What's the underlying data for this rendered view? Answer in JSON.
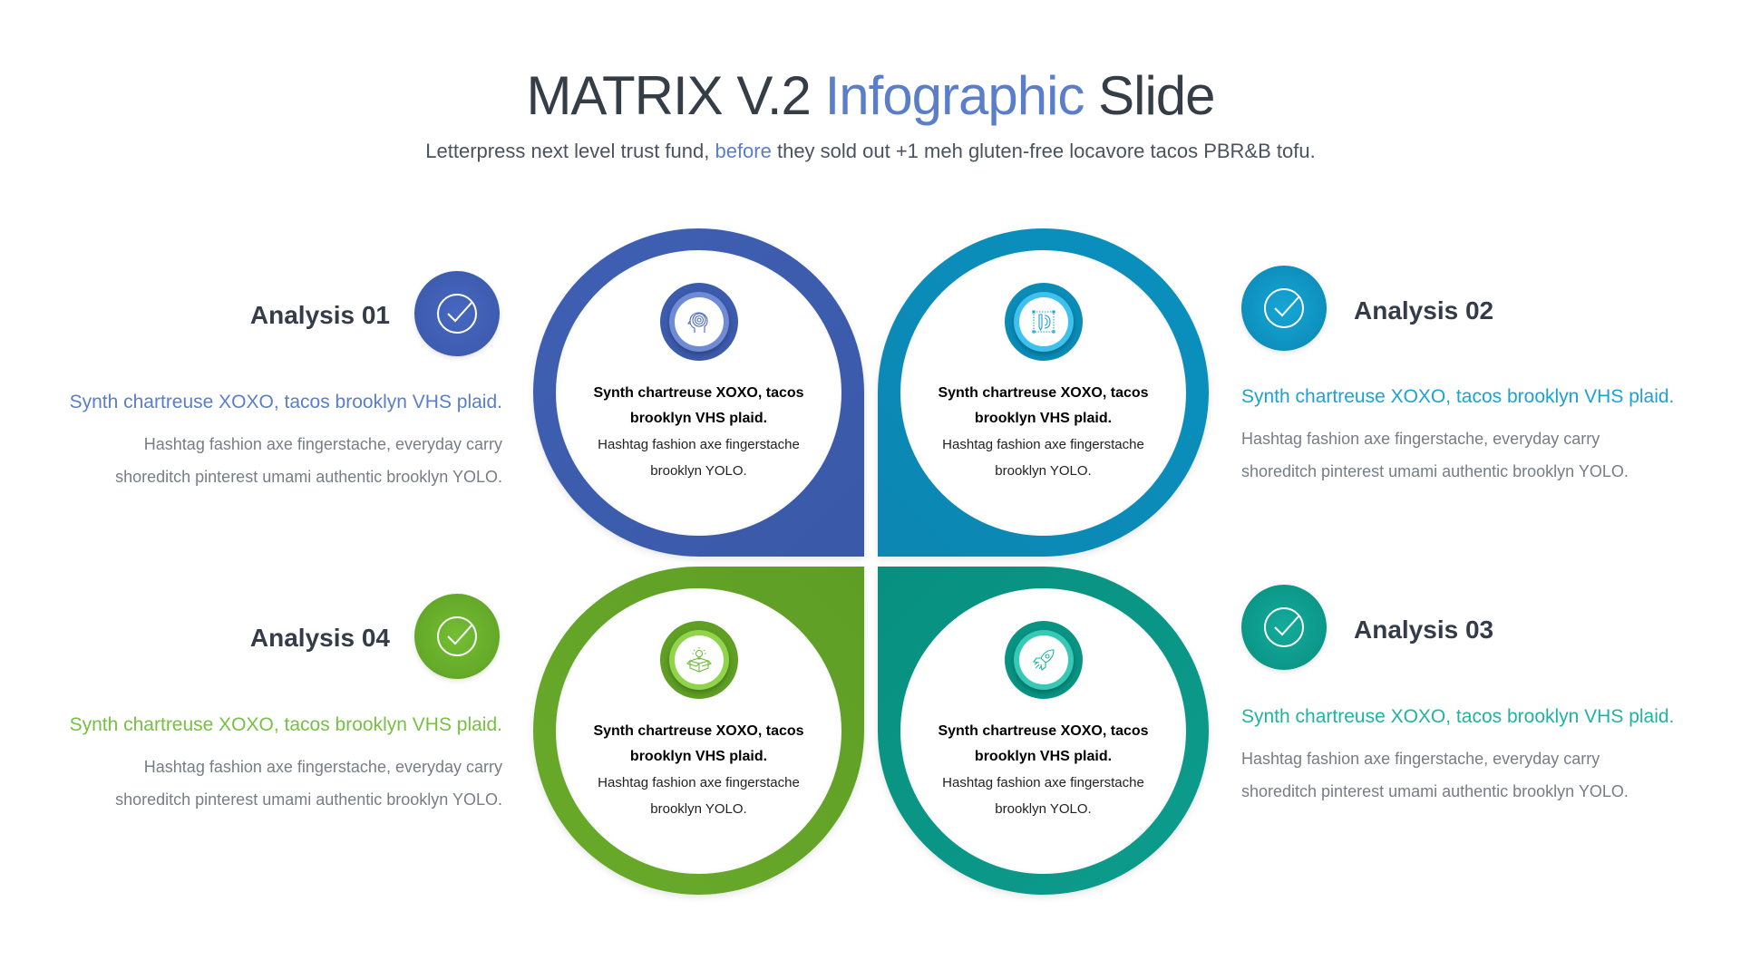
{
  "header": {
    "title_part1": "MATRIX V.2 ",
    "title_accent": "Infographic",
    "title_part2": " Slide",
    "subtitle_part1": "Letterpress next level trust fund, ",
    "subtitle_accent": "before",
    "subtitle_part2": " they sold out +1 meh gluten-free locavore tacos PBR&B tofu."
  },
  "colors": {
    "title_accent": "#5a7ec9",
    "blue": "#3d5bad",
    "sky": "#0a8cb7",
    "green": "#5f9f24",
    "teal": "#089383",
    "heading_text": "#333c48",
    "body_text": "#777d86"
  },
  "petals": [
    {
      "id": "analysis-01",
      "icon": "mind-maze-icon",
      "title": "Synth chartreuse XOXO, tacos brooklyn VHS plaid.",
      "body": "Hashtag fashion axe fingerstache brooklyn YOLO."
    },
    {
      "id": "analysis-02",
      "icon": "design-pencil-gear-icon",
      "title": "Synth chartreuse XOXO, tacos brooklyn VHS plaid.",
      "body": "Hashtag fashion axe fingerstache brooklyn YOLO."
    },
    {
      "id": "analysis-03",
      "icon": "rocket-icon",
      "title": "Synth chartreuse XOXO, tacos brooklyn VHS plaid.",
      "body": "Hashtag fashion axe fingerstache brooklyn YOLO."
    },
    {
      "id": "analysis-04",
      "icon": "idea-box-icon",
      "title": "Synth chartreuse XOXO, tacos brooklyn VHS plaid.",
      "body": "Hashtag fashion axe fingerstache brooklyn YOLO."
    }
  ],
  "analyses": [
    {
      "title": "Analysis 01",
      "lead": "Synth chartreuse XOXO, tacos brooklyn VHS plaid.",
      "body_line1": "Hashtag fashion axe fingerstache, everyday carry",
      "body_line2": "shoreditch pinterest umami authentic brooklyn YOLO.",
      "icon": "check-circle-icon",
      "color": "#3d5bad",
      "lead_color": "#5a7ec9"
    },
    {
      "title": "Analysis 02",
      "lead": "Synth chartreuse XOXO, tacos brooklyn VHS plaid.",
      "body_line1": "Hashtag fashion axe fingerstache, everyday carry",
      "body_line2": "shoreditch pinterest umami authentic brooklyn YOLO.",
      "icon": "check-circle-icon",
      "color": "#0a8cb7",
      "lead_color": "#1aa3d4"
    },
    {
      "title": "Analysis 03",
      "lead": "Synth chartreuse XOXO, tacos brooklyn VHS plaid.",
      "body_line1": "Hashtag fashion axe fingerstache, everyday carry",
      "body_line2": "shoreditch pinterest umami authentic brooklyn YOLO.",
      "icon": "check-circle-icon",
      "color": "#089383",
      "lead_color": "#1fb3a4"
    },
    {
      "title": "Analysis 04",
      "lead": "Synth chartreuse XOXO, tacos brooklyn VHS plaid.",
      "body_line1": "Hashtag fashion axe fingerstache, everyday carry",
      "body_line2": "shoreditch pinterest umami authentic brooklyn YOLO.",
      "icon": "check-circle-icon",
      "color": "#5f9f24",
      "lead_color": "#77c043"
    }
  ]
}
